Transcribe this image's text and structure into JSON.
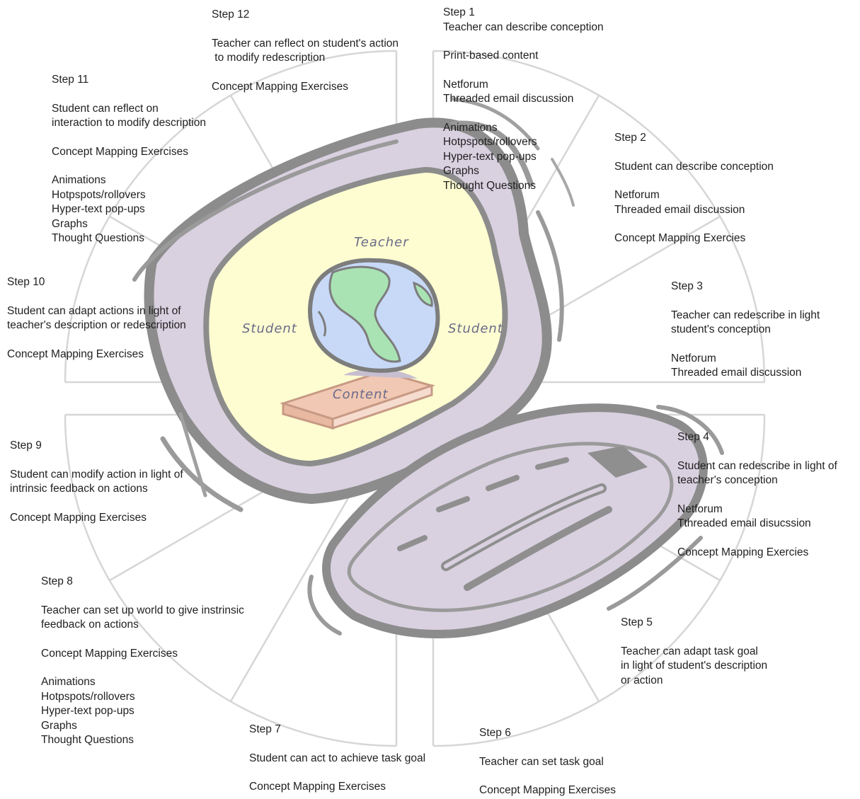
{
  "center_labels": {
    "top": "Teacher",
    "left": "Student",
    "right": "Student",
    "bottom": "Content"
  },
  "colors": {
    "slab": "#d9d0e0",
    "slab_border": "#8f8f8f",
    "screen": "#fdfdd1",
    "globe_ocean": "#c7d9f7",
    "globe_land": "#a9e3b4",
    "book": "#f1c8b3",
    "wheel_lines": "#d8d8d8"
  },
  "steps": [
    {
      "title": "Step 1",
      "blocks": [
        [
          "Teacher can describe conception"
        ],
        [
          "Print-based content"
        ],
        [
          "Netforum",
          "Threaded email discussion"
        ],
        [
          "Animations",
          "Hotpspots/rollovers",
          "Hyper-text pop-ups",
          "Graphs",
          "Thought Questions"
        ]
      ]
    },
    {
      "title": "Step 2",
      "blocks": [
        [
          "Student can describe conception"
        ],
        [
          "Netforum",
          "Threaded email discussion"
        ],
        [
          "Concept Mapping Exercies"
        ]
      ]
    },
    {
      "title": "Step 3",
      "blocks": [
        [
          "Teacher can redescribe in light",
          "student's conception"
        ],
        [
          "Netforum",
          "Threaded email discussion"
        ]
      ]
    },
    {
      "title": "Step 4",
      "blocks": [
        [
          "Student can redescribe in light of",
          "teacher's conception"
        ],
        [
          "Netforum",
          "Tthreaded email disucssion"
        ],
        [
          "Concept Mapping Exercies"
        ]
      ]
    },
    {
      "title": "Step 5",
      "blocks": [
        [
          "Teacher can adapt task goal",
          "in light of student's description",
          "or action"
        ]
      ]
    },
    {
      "title": "Step 6",
      "blocks": [
        [
          "Teacher can set task goal"
        ],
        [
          "Concept Mapping Exercises"
        ]
      ]
    },
    {
      "title": "Step 7",
      "blocks": [
        [
          "Student can act to achieve task goal"
        ],
        [
          "Concept Mapping Exercises"
        ]
      ]
    },
    {
      "title": "Step 8",
      "blocks": [
        [
          "Teacher can set up world to give instrinsic",
          "feedback on actions"
        ],
        [
          "Concept Mapping Exercises"
        ],
        [
          "Animations",
          "Hotpspots/rollovers",
          "Hyper-text pop-ups",
          "Graphs",
          "Thought Questions"
        ]
      ]
    },
    {
      "title": "Step 9",
      "blocks": [
        [
          "Student can modify action in light of",
          "intrinsic feedback on actions"
        ],
        [
          "Concept Mapping Exercises"
        ]
      ]
    },
    {
      "title": "Step 10",
      "blocks": [
        [
          "Student can adapt actions in light of",
          "teacher's description or redescription"
        ],
        [
          "Concept Mapping Exercises"
        ]
      ]
    },
    {
      "title": "Step 11",
      "blocks": [
        [
          "Student can reflect on",
          "interaction to modify description"
        ],
        [
          "Concept Mapping Exercises"
        ],
        [
          "Animations",
          "Hotpspots/rollovers",
          "Hyper-text pop-ups",
          "Graphs",
          "Thought Questions"
        ]
      ]
    },
    {
      "title": "Step 12",
      "blocks": [
        [
          "Teacher can reflect on student's action",
          " to modify redescription"
        ],
        [
          "Concept Mapping Exercises"
        ]
      ]
    }
  ]
}
